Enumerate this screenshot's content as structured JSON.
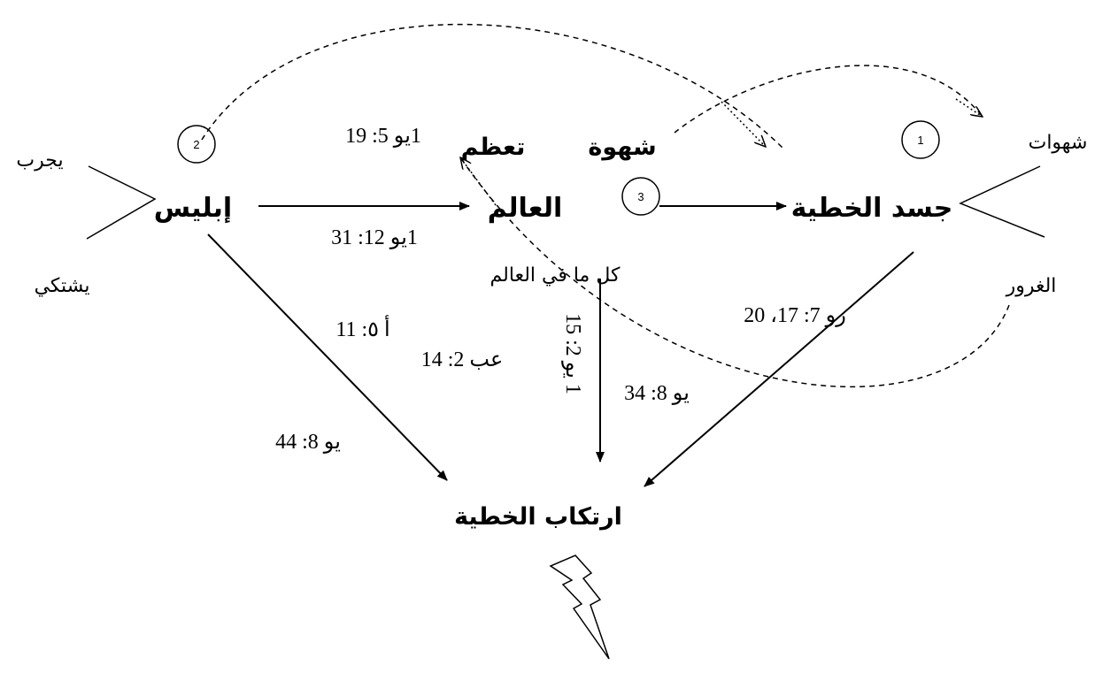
{
  "nodes": {
    "satan": "إبليس",
    "world": "العالم",
    "flesh": "جسد الخطية",
    "commit_sin": "ارتكاب الخطية",
    "lust": "شهوة",
    "pride": "تعظم",
    "all_in_world": "كل ما في العالم"
  },
  "side_labels": {
    "tempts": "يجرب",
    "accuses": "يشتكي",
    "lusts": "شهوات",
    "deceit": "الغرور"
  },
  "badges": [
    "1",
    "2",
    "3"
  ],
  "references": {
    "ref_1jn_5_19": "1يو 5: 19",
    "ref_jn_12_31": "1يو 12: 31",
    "ref_ac_5": "أ ٥: 11",
    "ref_heb_2_14": "عب 2: 14",
    "ref_jn_8_44": "يو 8: 44",
    "ref_jn_8_34": "يو 8: 34",
    "ref_rom_7": "رو 7: 17، 20",
    "ref_vertical": "1 يو 2: 15"
  }
}
